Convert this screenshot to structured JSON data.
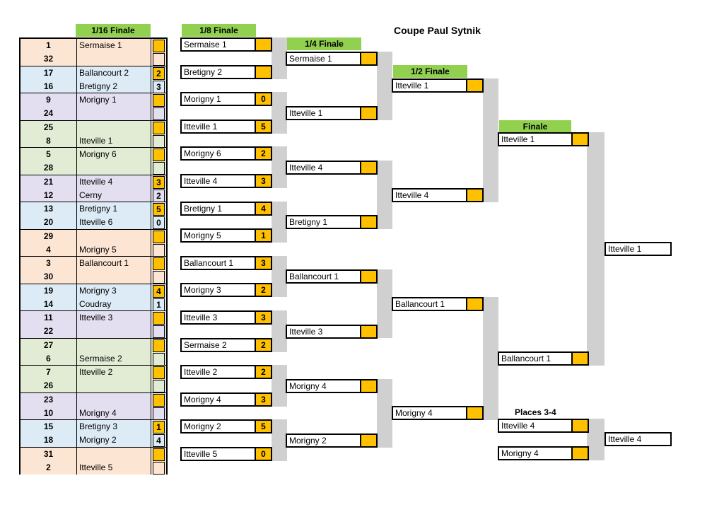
{
  "title": "Coupe Paul Sytnik",
  "headers": {
    "r16": "1/16 Finale",
    "r8": "1/8 Finale",
    "r4": "1/4 Finale",
    "r2": "1/2 Finale",
    "final": "Finale",
    "third": "Places 3-4"
  },
  "colors": {
    "header": "#92d050",
    "score": "#ffc000",
    "peach": "#fde5d3",
    "blue": "#dcebf5",
    "purple": "#e3def0",
    "green": "#e2ecd5",
    "connector": "#d0d0d0"
  },
  "r16": [
    {
      "seed": "1",
      "team": "Sermaise 1",
      "score": ""
    },
    {
      "seed": "32",
      "team": "",
      "score": ""
    },
    {
      "seed": "17",
      "team": "Ballancourt 2",
      "score": "2"
    },
    {
      "seed": "16",
      "team": "Bretigny 2",
      "score": "3"
    },
    {
      "seed": "9",
      "team": "Morigny 1",
      "score": ""
    },
    {
      "seed": "24",
      "team": "",
      "score": ""
    },
    {
      "seed": "25",
      "team": "",
      "score": ""
    },
    {
      "seed": "8",
      "team": "Itteville 1",
      "score": ""
    },
    {
      "seed": "5",
      "team": "Morigny 6",
      "score": ""
    },
    {
      "seed": "28",
      "team": "",
      "score": ""
    },
    {
      "seed": "21",
      "team": "Itteville 4",
      "score": "3"
    },
    {
      "seed": "12",
      "team": "Cerny",
      "score": "2"
    },
    {
      "seed": "13",
      "team": "Bretigny 1",
      "score": "5"
    },
    {
      "seed": "20",
      "team": "Itteville 6",
      "score": "0"
    },
    {
      "seed": "29",
      "team": "",
      "score": ""
    },
    {
      "seed": "4",
      "team": "Morigny 5",
      "score": ""
    },
    {
      "seed": "3",
      "team": "Ballancourt 1",
      "score": ""
    },
    {
      "seed": "30",
      "team": "",
      "score": ""
    },
    {
      "seed": "19",
      "team": "Morigny 3",
      "score": "4"
    },
    {
      "seed": "14",
      "team": "Coudray",
      "score": "1"
    },
    {
      "seed": "11",
      "team": "Itteville 3",
      "score": ""
    },
    {
      "seed": "22",
      "team": "",
      "score": ""
    },
    {
      "seed": "27",
      "team": "",
      "score": ""
    },
    {
      "seed": "6",
      "team": "Sermaise 2",
      "score": ""
    },
    {
      "seed": "7",
      "team": "Itteville 2",
      "score": ""
    },
    {
      "seed": "26",
      "team": "",
      "score": ""
    },
    {
      "seed": "23",
      "team": "",
      "score": ""
    },
    {
      "seed": "10",
      "team": "Morigny 4",
      "score": ""
    },
    {
      "seed": "15",
      "team": "Bretigny 3",
      "score": "1"
    },
    {
      "seed": "18",
      "team": "Morigny 2",
      "score": "4"
    },
    {
      "seed": "31",
      "team": "",
      "score": ""
    },
    {
      "seed": "2",
      "team": "Itteville 5",
      "score": ""
    }
  ],
  "r8": [
    {
      "team": "Sermaise 1",
      "score": ""
    },
    {
      "team": "Bretigny 2",
      "score": ""
    },
    {
      "team": "Morigny 1",
      "score": "0"
    },
    {
      "team": "Itteville 1",
      "score": "5"
    },
    {
      "team": "Morigny 6",
      "score": "2"
    },
    {
      "team": "Itteville 4",
      "score": "3"
    },
    {
      "team": "Bretigny 1",
      "score": "4"
    },
    {
      "team": "Morigny 5",
      "score": "1"
    },
    {
      "team": "Ballancourt 1",
      "score": "3"
    },
    {
      "team": "Morigny 3",
      "score": "2"
    },
    {
      "team": "Itteville 3",
      "score": "3"
    },
    {
      "team": "Sermaise 2",
      "score": "2"
    },
    {
      "team": "Itteville 2",
      "score": "2"
    },
    {
      "team": "Morigny 4",
      "score": "3"
    },
    {
      "team": "Morigny 2",
      "score": "5"
    },
    {
      "team": "Itteville 5",
      "score": "0"
    }
  ],
  "r4": [
    {
      "team": "Sermaise 1",
      "score": ""
    },
    {
      "team": "Itteville 1",
      "score": ""
    },
    {
      "team": "Itteville 4",
      "score": ""
    },
    {
      "team": "Bretigny 1",
      "score": ""
    },
    {
      "team": "Ballancourt 1",
      "score": ""
    },
    {
      "team": "Itteville 3",
      "score": ""
    },
    {
      "team": "Morigny 4",
      "score": ""
    },
    {
      "team": "Morigny 2",
      "score": ""
    }
  ],
  "r2": [
    {
      "team": "Itteville 1",
      "score": ""
    },
    {
      "team": "Itteville 4",
      "score": ""
    },
    {
      "team": "Ballancourt 1",
      "score": ""
    },
    {
      "team": "Morigny 4",
      "score": ""
    }
  ],
  "final": [
    {
      "team": "Itteville 1",
      "score": ""
    },
    {
      "team": "Ballancourt 1",
      "score": ""
    }
  ],
  "winner": "Itteville 1",
  "third": [
    {
      "team": "Itteville 4",
      "score": ""
    },
    {
      "team": "Morigny 4",
      "score": ""
    }
  ],
  "third_winner": "Itteville 4"
}
